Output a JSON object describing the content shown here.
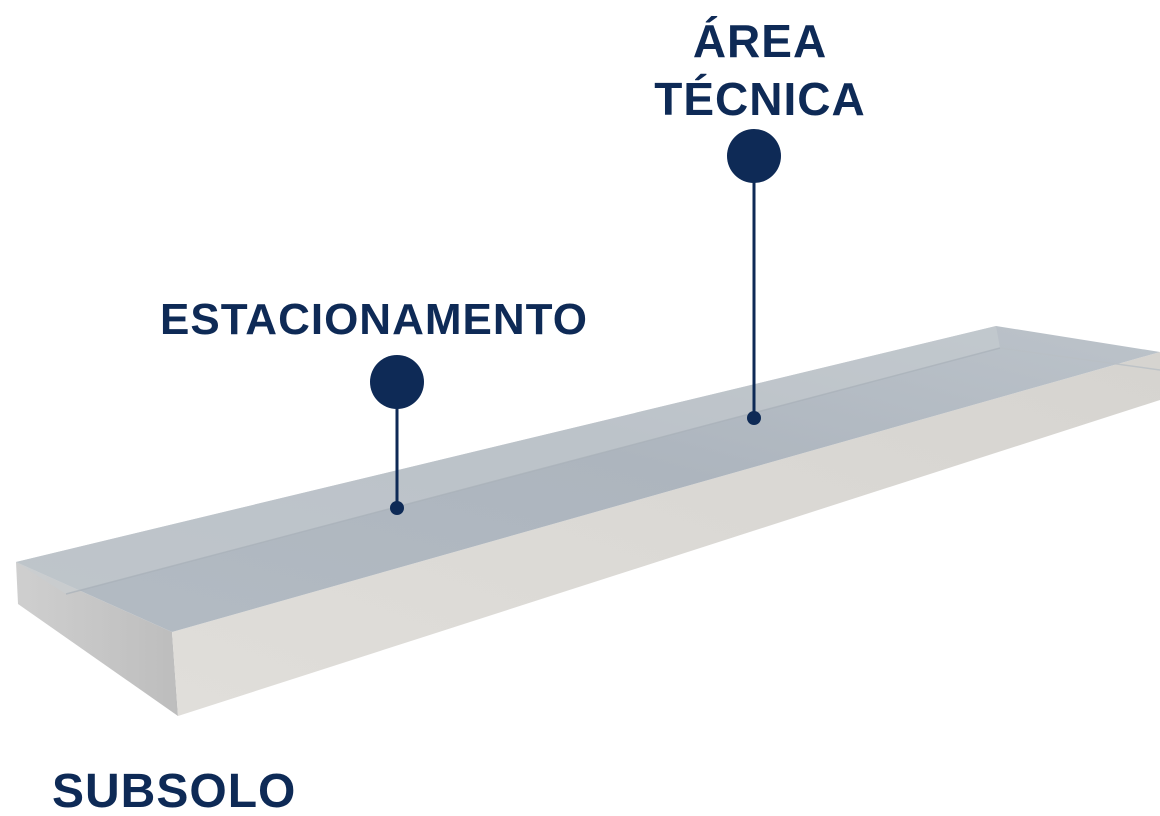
{
  "diagram": {
    "level_label": "SUBSOLO",
    "markers": [
      {
        "id": "area-tecnica",
        "lines": [
          "ÁREA",
          "TÉCNICA"
        ]
      },
      {
        "id": "estacionamento",
        "lines": [
          "ESTACIONAMENTO"
        ]
      }
    ],
    "colors": {
      "accent": "#0e2a56",
      "slab_top": "#b4bcc4",
      "slab_front": "#dcdad6",
      "slab_side": "#c4c4c4",
      "slab_rim": "#cdd1d5"
    }
  }
}
